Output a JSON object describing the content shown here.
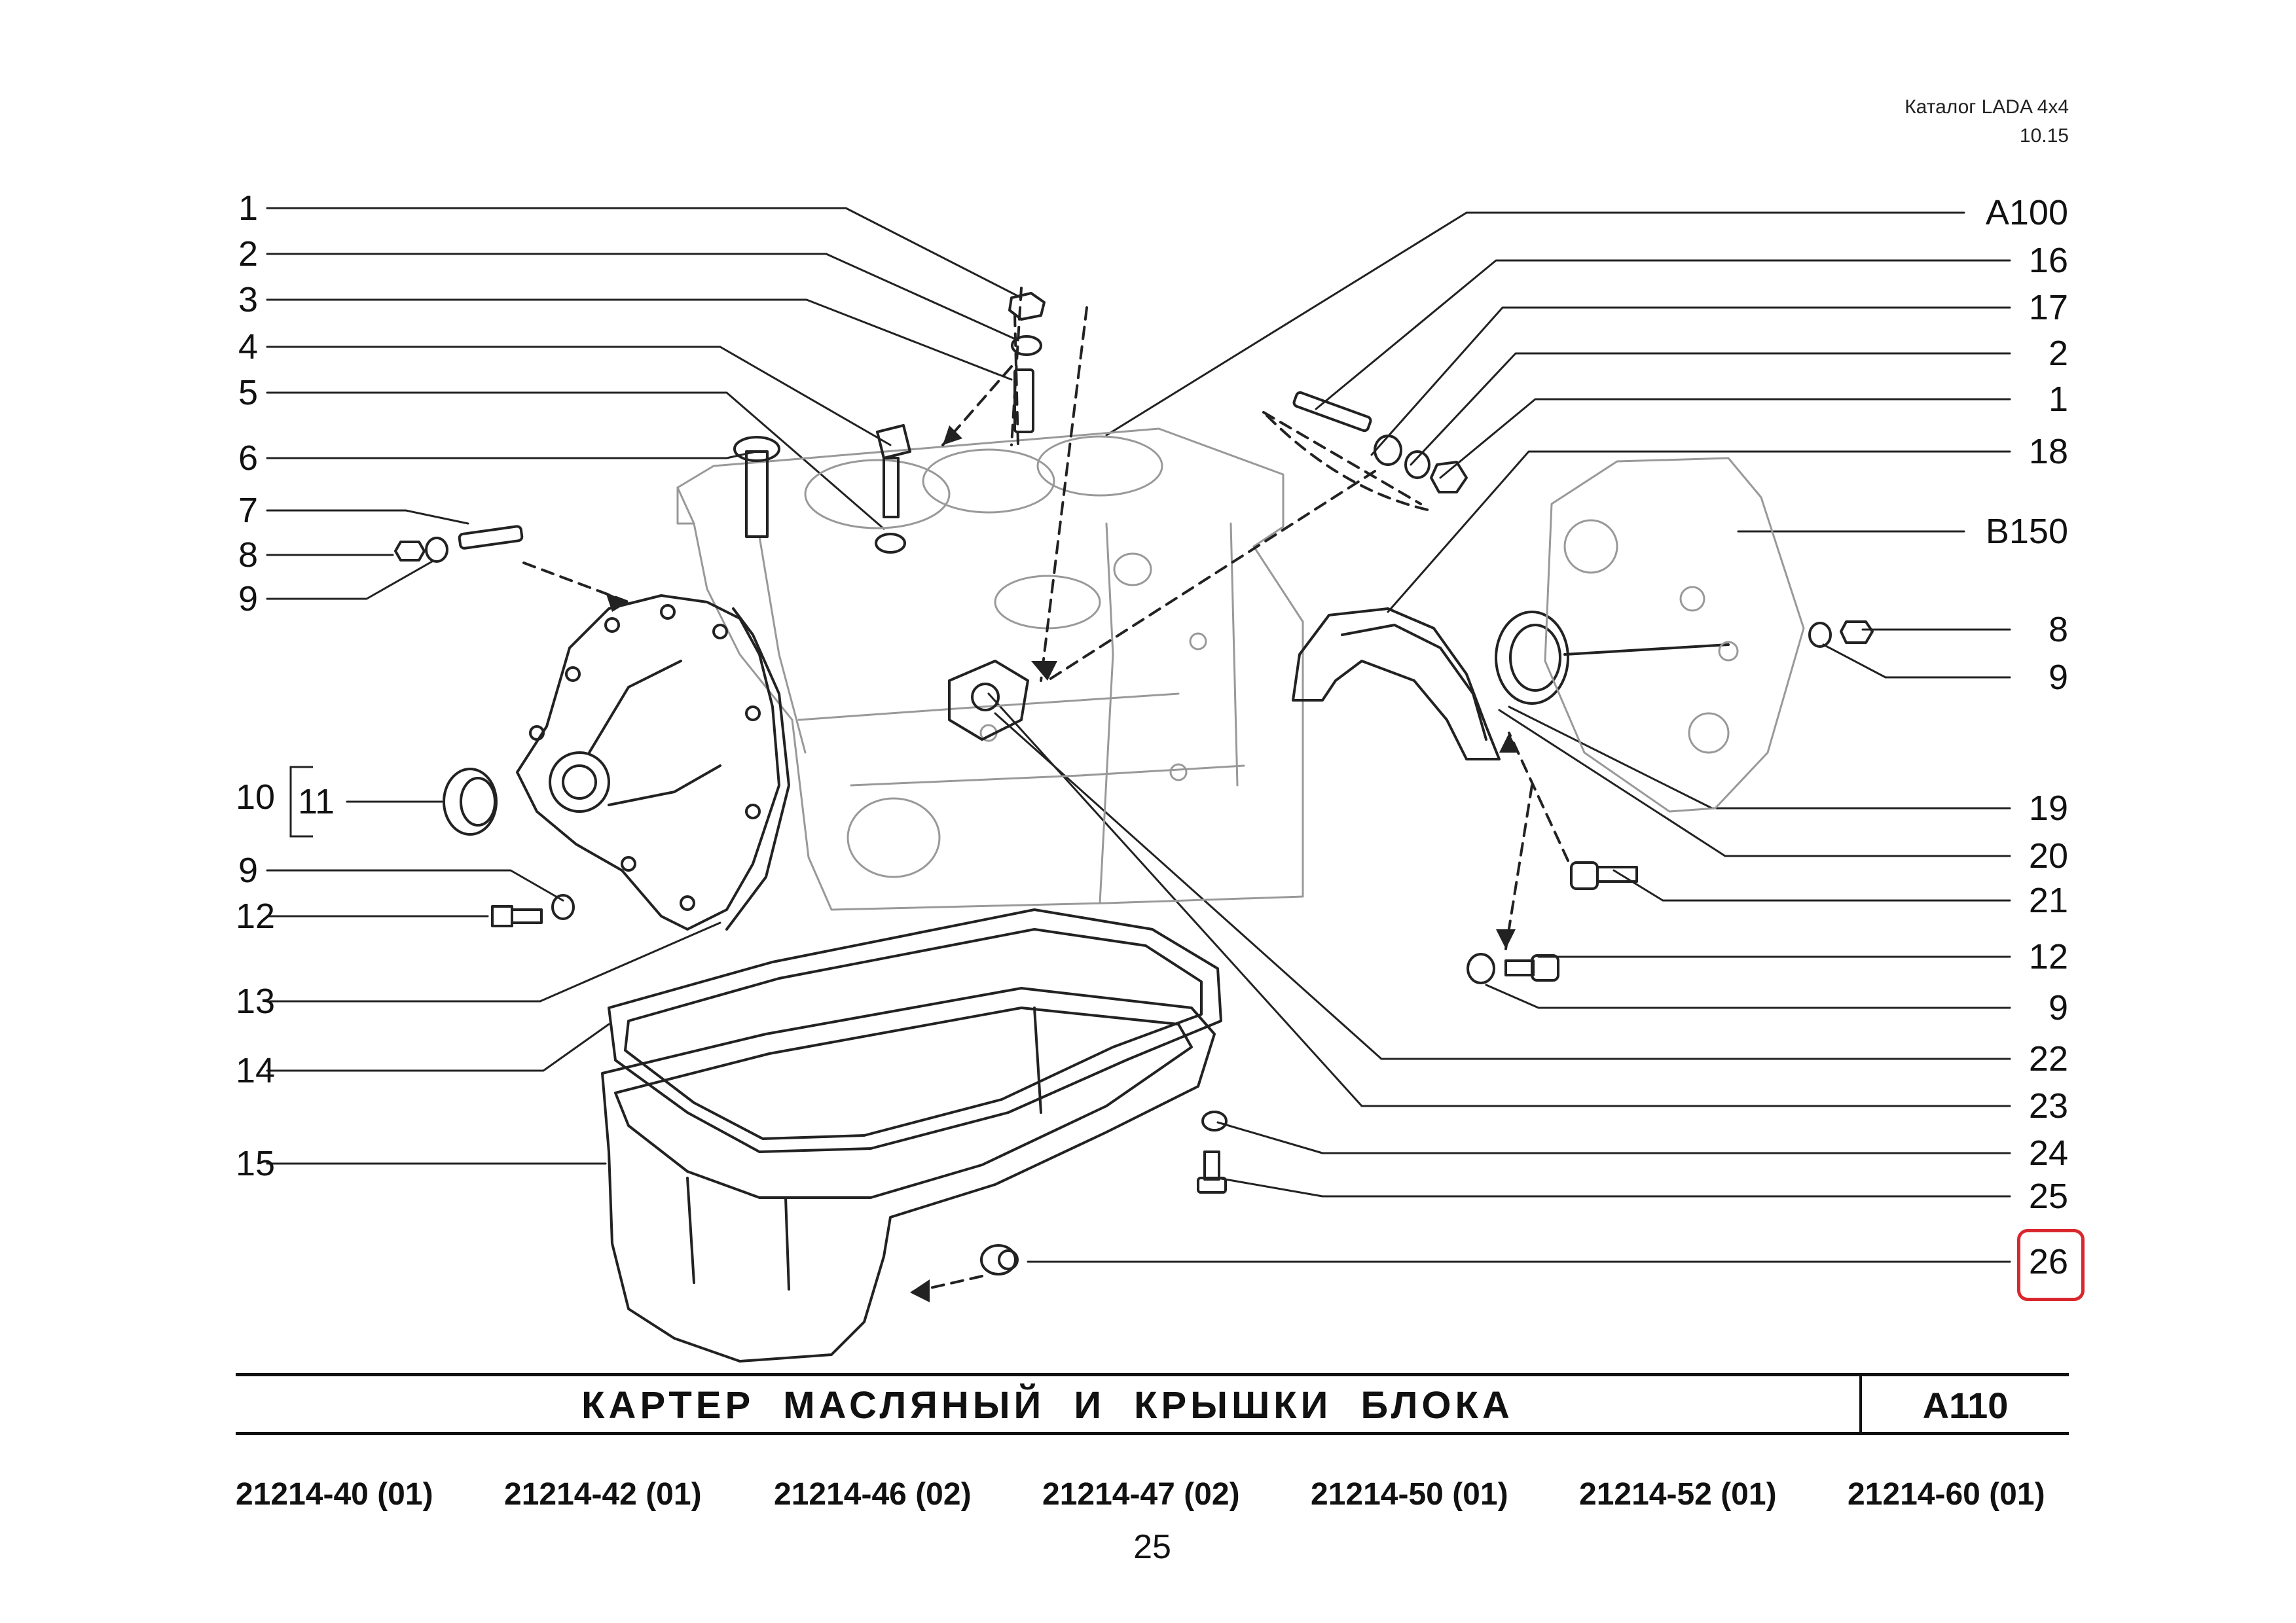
{
  "header": {
    "catalog": "Каталог  LADA  4x4",
    "date": "10.15"
  },
  "callouts_left": {
    "c1": "1",
    "c2": "2",
    "c3": "3",
    "c4": "4",
    "c5": "5",
    "c6": "6",
    "c7": "7",
    "c8": "8",
    "c9a": "9",
    "c10": "10",
    "c11": "11",
    "c9b": "9",
    "c12": "12",
    "c13": "13",
    "c14": "14",
    "c15": "15"
  },
  "callouts_right": {
    "a100": "A100",
    "c16": "16",
    "c17": "17",
    "c2": "2",
    "c1": "1",
    "c18": "18",
    "b150": "B150",
    "c8": "8",
    "c9a": "9",
    "c19": "19",
    "c20": "20",
    "c21": "21",
    "c12": "12",
    "c9b": "9",
    "c22": "22",
    "c23": "23",
    "c24": "24",
    "c25": "25",
    "c26": "26"
  },
  "highlight_color": "#d9272e",
  "title": {
    "text": "КАРТЕР   МАСЛЯНЫЙ   И   КРЫШКИ   БЛОКА",
    "code": "A110"
  },
  "models": [
    "21214-40 (01)",
    "21214-42 (01)",
    "21214-46 (02)",
    "21214-47 (02)",
    "21214-50 (01)",
    "21214-52 (01)",
    "21214-60 (01)"
  ],
  "page_number": "25"
}
